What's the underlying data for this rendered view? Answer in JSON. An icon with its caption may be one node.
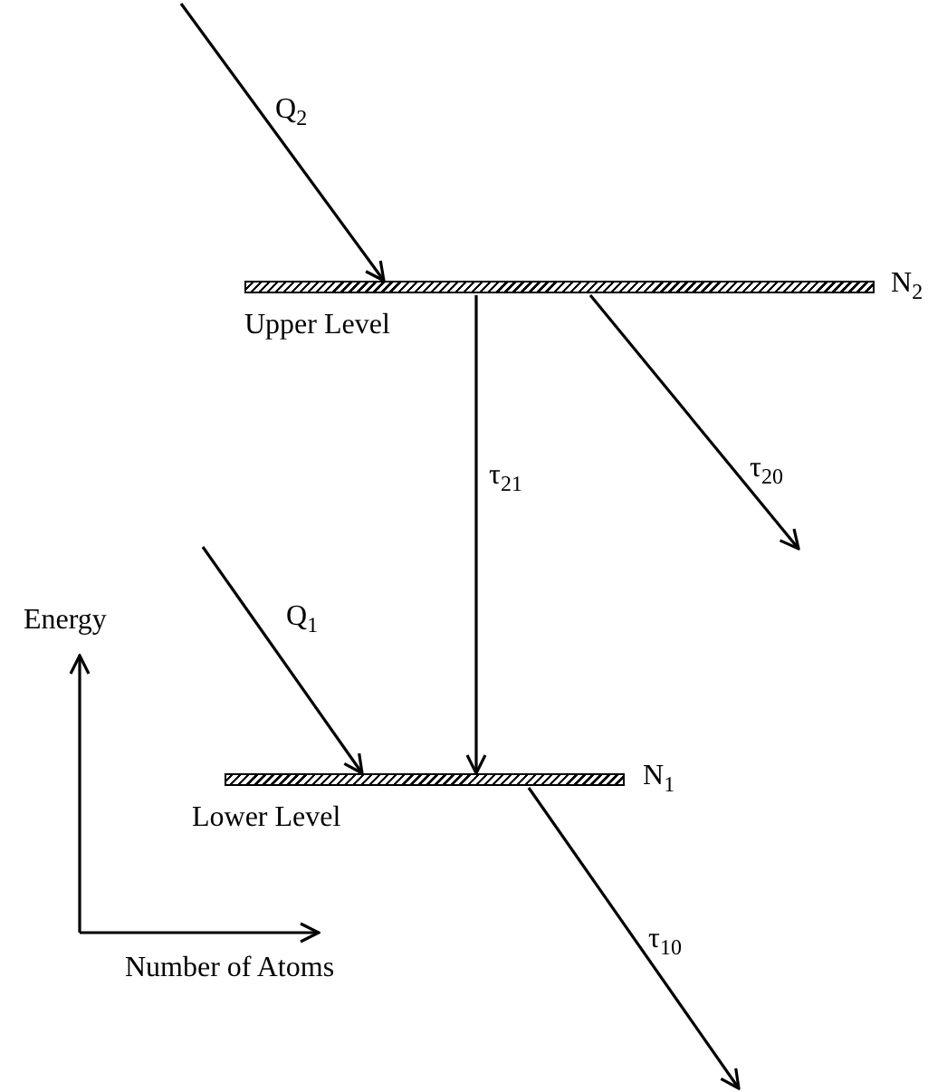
{
  "diagram": {
    "nodes": [
      {
        "text": [
          "Upper Level"
        ],
        "beside": [
          "N$_{2}$"
        ]
      },
      {
        "text": [
          "Lower Level"
        ],
        "beside": [
          "N$_{1}$"
        ]
      }
    ],
    "edges": [
      {
        "from": null,
        "to": 0,
        "arrow": "to",
        "label": "Q$_{2}$"
      },
      {
        "from": 0,
        "to": 1,
        "arrow": "to",
        "label": "τ$_{21}$"
      },
      {
        "from": 0,
        "to": null,
        "arrow": "to",
        "label": "τ$_{20}$"
      },
      {
        "from": null,
        "to": 1,
        "arrow": "to",
        "label": "Q$_{1}$"
      },
      {
        "from": 1,
        "to": null,
        "arrow": "to",
        "label": "τ$_{10}$"
      }
    ],
    "labels": [
      "Energy",
      "Number of Atoms"
    ]
  }
}
